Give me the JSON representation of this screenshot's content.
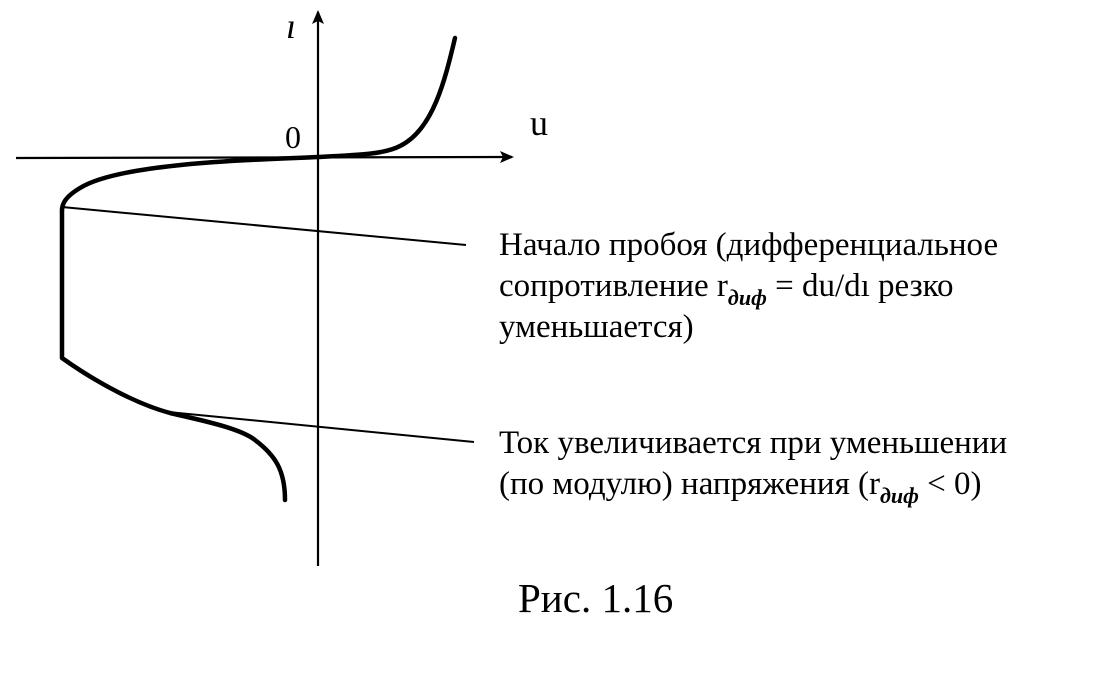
{
  "axes": {
    "x_label": "u",
    "y_label": "ı",
    "origin_label": "0"
  },
  "annotations": {
    "breakdown_start": {
      "line1": "Начало пробоя (дифференциальное",
      "line2_pre": "сопротивление r",
      "line2_sub": "диф",
      "line2_post": " = du/dı резко",
      "line3": "уменьшается)"
    },
    "negative_resistance": {
      "line1": "Ток увеличивается при уменьшении",
      "line2_pre": "(по модулю) напряжения (r",
      "line2_sub": "диф",
      "line2_post": " < 0)"
    }
  },
  "caption": "Рис. 1.16"
}
